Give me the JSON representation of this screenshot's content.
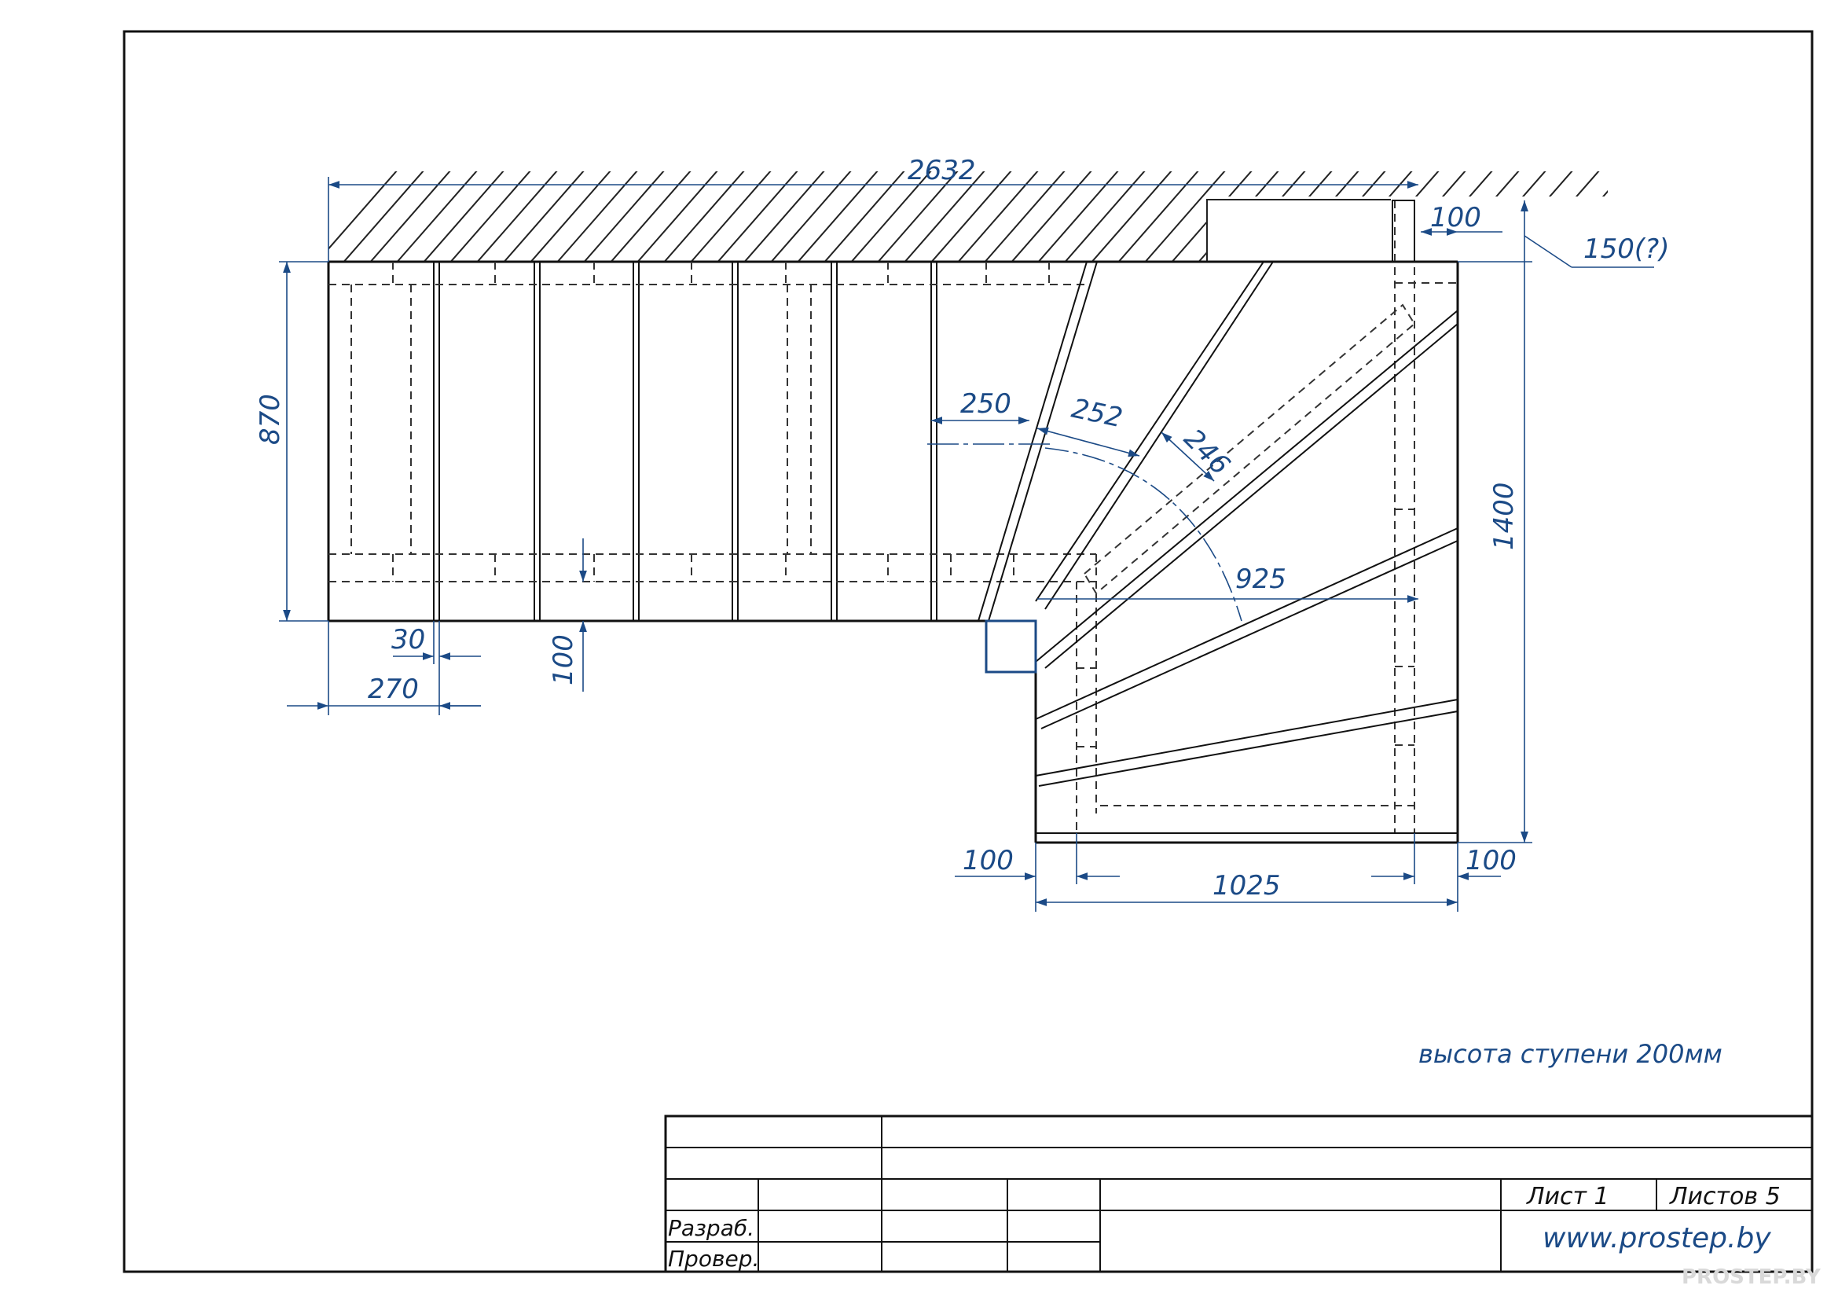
{
  "drawing": {
    "dimensions": {
      "overall_length": "2632",
      "height_left": "870",
      "height_right": "1400",
      "gap_100_top": "100",
      "wall_offset": "150(?)",
      "tread_250": "250",
      "tread_252": "252",
      "tread_246": "246",
      "radius_925": "925",
      "stringer_30": "30",
      "step_270": "270",
      "offset_100_vertical": "100",
      "offset_100_bottom_left": "100",
      "width_1025": "1025",
      "offset_100_bottom_right": "100"
    },
    "note": "высота ступени 200мм"
  },
  "title_block": {
    "developed_label": "Разраб.",
    "checked_label": "Провер.",
    "sheet_label": "Лист 1",
    "sheets_label": "Листов 5",
    "url": "www.prostep.by"
  },
  "watermark": "PROSTEP.BY",
  "colors": {
    "line": "#111111",
    "dimension": "#1b4a86",
    "hidden": "#333333"
  }
}
